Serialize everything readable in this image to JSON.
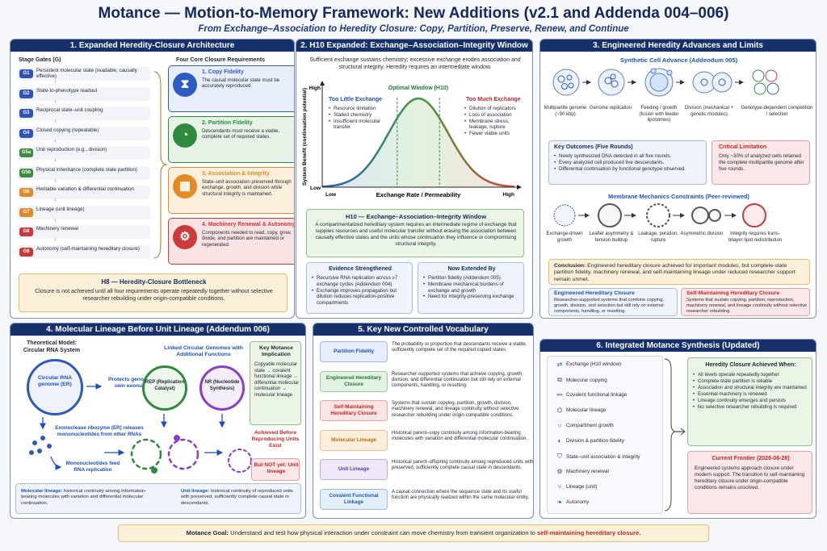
{
  "header": {
    "title": "Motance — Motion-to-Memory Framework: New Additions (v2.1 and Addenda 004–006)",
    "subtitle": "From Exchange–Association to Heredity Closure: Copy, Partition, Preserve, Renew, and Continue"
  },
  "p1": {
    "title": "1. Expanded Heredity-Closure Architecture",
    "gates_label": "Stage Gates (G)",
    "req_label": "Four Core Closure Requirements",
    "gates": [
      {
        "id": "G1",
        "label": "Persistent molecular state (readable, causally effective)",
        "color": "#2f54b6"
      },
      {
        "id": "G2",
        "label": "State-to-phenotype readout",
        "color": "#2f54b6"
      },
      {
        "id": "G3",
        "label": "Reciprocal state–unit coupling",
        "color": "#2f54b6"
      },
      {
        "id": "G4",
        "label": "Closed copying (repeatable)",
        "color": "#2f54b6"
      },
      {
        "id": "G5a",
        "label": "Unit reproduction (e.g., division)",
        "color": "#3e8a3e"
      },
      {
        "id": "G5b",
        "label": "Physical inheritance (complete state partition)",
        "color": "#3e8a3e"
      },
      {
        "id": "G6",
        "label": "Heritable variation & differential continuation",
        "color": "#e0892a"
      },
      {
        "id": "G7",
        "label": "Lineage (unit lineage)",
        "color": "#e0892a"
      },
      {
        "id": "G8",
        "label": "Machinery renewal",
        "color": "#c53a3a"
      },
      {
        "id": "G9",
        "label": "Autonomy (self-maintaining hereditary closure)",
        "color": "#c53a3a"
      }
    ],
    "reqs": [
      {
        "icon": "⧗",
        "title": "1. Copy Fidelity",
        "desc": "The causal molecular state must be accurately reproduced.",
        "color": "#2d5bc2",
        "bg": "#e8eefb"
      },
      {
        "icon": "◔",
        "title": "2. Partition Fidelity",
        "desc": "Descendants must receive a viable, complete set of required states.",
        "color": "#2f8a3e",
        "bg": "#e6f3e6"
      },
      {
        "icon": "▦",
        "title": "3. Association & Integrity",
        "desc": "State–unit association preserved through exchange, growth, and division while structural integrity is maintained.",
        "color": "#e58a22",
        "bg": "#fcefdc"
      },
      {
        "icon": "⚙",
        "title": "4. Machinery Renewal & Autonomy",
        "desc": "Components needed to read, copy, grow, divide, and partition are maintained or regenerated.",
        "color": "#cc3a3a",
        "bg": "#fae3e3"
      }
    ],
    "h8_title": "H8 — Heredity-Closure Bottleneck",
    "h8_text": "Closure is not achieved until all four requirements operate repeatedly together without selective researcher rebuilding under origin-compatible conditions."
  },
  "p2": {
    "title": "2. H10 Expanded: Exchange–Association–Integrity Window",
    "intro": "Sufficient exchange sustains chemistry; excessive exchange erodes association and structural integrity. Heredity requires an intermediate window.",
    "chart_data": {
      "type": "area",
      "ylabel": "System Benefit (continuation potential)",
      "xlabel": "Exchange Rate / Permeability",
      "y_high": "High",
      "y_low": "Low",
      "x_low": "Low",
      "x_high": "High",
      "window_label": "Optimal Window (H10)"
    },
    "left_title": "Too Little Exchange",
    "left_items": [
      "Resource limitation",
      "Stalled chemistry",
      "Insufficient molecular transfer"
    ],
    "right_title": "Too Much Exchange",
    "right_items": [
      "Dilution of replicators",
      "Loss of association",
      "Membrane stress, leakage, rupture",
      "Fewer viable units"
    ],
    "h10_title": "H10 — Exchange–Association–Integrity Window",
    "h10_text": "A compartmentalized hereditary system requires an intermediate regime of exchange that supplies resources and useful molecular transfer without erasing the association between causally effective states and the units whose continuation they influence or compromising structural integrity.",
    "ev_title": "Evidence Strengthened",
    "ev_items": [
      "Recursive RNA replication across ≥7 exchange cycles (Addendum 004)",
      "Exchange improves propagation but dilution reduces replication-positive compartments"
    ],
    "ext_title": "Now Extended By",
    "ext_items": [
      "Partition fidelity (Addendum 005)",
      "Membrane mechanical burdens of exchange and growth",
      "Need for integrity-preserving exchange"
    ]
  },
  "p3": {
    "title": "3. Engineered Heredity Advances and Limits",
    "synth_title": "Synthetic Cell Advance (Addendum 005)",
    "steps": [
      "Multipartite genome (~90 kbp)",
      "Genome replication",
      "Feeding / growth (fusion with feeder liposomes)",
      "Division (mechanical + genetic modules)",
      "Genotype-dependent competition / selection"
    ],
    "ko_title": "Key Outcomes (Five Rounds)",
    "ko_items": [
      "Newly synthesized DNA detected in all five rounds.",
      "Every analyzed cell produced live descendants.",
      "Differential continuation by functional genotype observed."
    ],
    "cl_title": "Critical Limitation",
    "cl_text": "Only ~30% of analyzed cells retained the complete multipartite genome after five rounds.",
    "mm_title": "Membrane Mechanics Constraints (Peer-reviewed)",
    "mm_steps": [
      "Exchange-driven growth",
      "Leaflet asymmetry & tension buildup",
      "Leakage, poration, rupture",
      "Asymmetric division",
      "Integrity requires trans-bilayer lipid redistribution"
    ],
    "concl_label": "Conclusion:",
    "concl_text": "Engineered hereditary closure achieved for important modules, but complete-state partition fidelity, machinery renewal, and self-maintaining lineage under reduced researcher support remain unmet.",
    "ehc_title": "Engineered Hereditary Closure",
    "ehc_text": "Researcher-supported systems that combine copying, growth, division, and selection but still rely on external components, handling, or resetting.",
    "smc_title": "Self-Maintaining Hereditary Closure",
    "smc_text": "Systems that sustain copying, partition, reproduction, machinery renewal, and lineage continuity without selective researcher rebuilding."
  },
  "p4": {
    "title": "4. Molecular Lineage Before Unit Lineage (Addendum 006)",
    "model_title": "Theoretical Model: Circular RNA System",
    "er_label": "Circular RNA genome (ER)",
    "protect": "Protects genome from own exonuclease",
    "exo": "Exonuclease ribozyme (ER) releases mononucleotides from other RNAs",
    "mono": "Mononucleotides feed RNA replication",
    "linked_title": "Linked Circular Genomes with Additional Functions",
    "rep": "REP (Replication Catalyst)",
    "nr": "NR (Nucleotide Synthesis)",
    "kmi_title": "Key Motance Implication",
    "kmi_text": "Copyable molecular state → covalent functional linkage → differential molecular continuation → molecular lineage",
    "achieved": "Achieved Before Reproducing Units Exist",
    "notyet": "But NOT yet: Unit lineage",
    "ml_label": "Molecular lineage:",
    "ml_text": "historical continuity among information-bearing molecules with variation and differential molecular continuation.",
    "ul_label": "Unit lineage:",
    "ul_text": "historical continuity of reproduced units with preserved, sufficiently complete causal state in descendants."
  },
  "p5": {
    "title": "5. Key New Controlled Vocabulary",
    "terms": [
      {
        "term": "Partition Fidelity",
        "def": "The probability or proportion that descendants receive a viable, sufficiently complete set of the required copied states.",
        "bg": "#e6edfb",
        "fg": "#1c50b8"
      },
      {
        "term": "Engineered Hereditary Closure",
        "def": "Researcher-supported systems that achieve copying, growth, division, and differential continuation but still rely on external components, handling, or resetting.",
        "bg": "#e4f2e4",
        "fg": "#1f7a2e"
      },
      {
        "term": "Self-Maintaining Hereditary Closure",
        "def": "Systems that sustain copying, partition, growth, division, machinery renewal, and lineage continuity without selective researcher rebuilding under origin-compatible conditions.",
        "bg": "#fbe4e4",
        "fg": "#c02626"
      },
      {
        "term": "Molecular Lineage",
        "def": "Historical parent–copy continuity among information-bearing molecules with variation and differential molecular continuation.",
        "bg": "#fbefdb",
        "fg": "#c4660f"
      },
      {
        "term": "Unit Lineage",
        "def": "Historical parent–offspring continuity among reproduced units with preserved, sufficiently complete causal state in descendants.",
        "bg": "#eee7f8",
        "fg": "#5c3aa0"
      },
      {
        "term": "Covalent Functional Linkage",
        "def": "A causal connection where the sequence state and its useful function are physically realized within the same molecular entity.",
        "bg": "#e4eef9",
        "fg": "#1c5fa8"
      }
    ]
  },
  "p6": {
    "title": "6. Integrated Motance Synthesis (Updated)",
    "items": [
      {
        "icon": "⇄",
        "label": "Exchange (H10 window)"
      },
      {
        "icon": "⧉",
        "label": "Molecular copying"
      },
      {
        "icon": "⚯",
        "label": "Covalent functional linkage"
      },
      {
        "icon": "⌬",
        "label": "Molecular lineage"
      },
      {
        "icon": "○",
        "label": "Compartment growth"
      },
      {
        "icon": "◐",
        "label": "Division & partition fidelity"
      },
      {
        "icon": "⛉",
        "label": "State–unit association & integrity"
      },
      {
        "icon": "⚙",
        "label": "Machinery renewal"
      },
      {
        "icon": "⑂",
        "label": "Lineage (unit)"
      },
      {
        "icon": "❧",
        "label": "Autonomy"
      }
    ],
    "hc_title": "Heredity Closure Achieved When:",
    "hc_items": [
      "All levels operate repeatedly together",
      "Complete-state partition is reliable",
      "Association and structural integrity are maintained",
      "Essential machinery is renewed",
      "Lineage continuity emerges and persists",
      "No selective researcher rebuilding is required"
    ],
    "cf_title": "Current Frontier (2026-08-28)",
    "cf_text": "Engineered systems approach closure under modern support. The transition to self-maintaining hereditary closure under origin-compatible conditions remains unsolved."
  },
  "footer": {
    "label": "Motance Goal:",
    "text": "Understand and test how physical interaction under constraint can move chemistry from transient organization to",
    "highlight": "self-maintaining hereditary closure."
  }
}
